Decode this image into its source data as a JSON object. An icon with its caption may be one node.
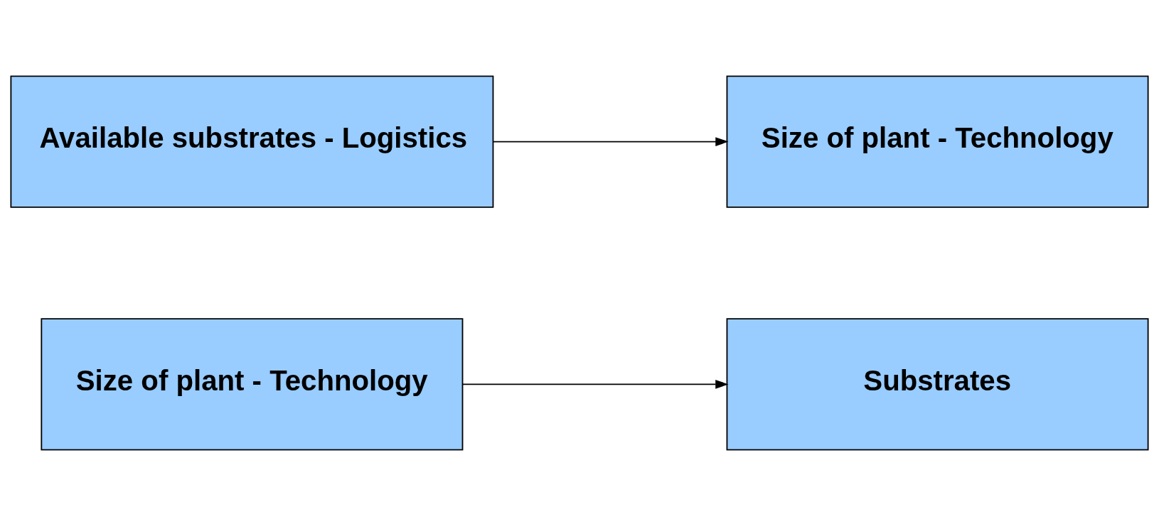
{
  "diagram": {
    "nodes": [
      {
        "text": [
          "Size of plant - Technology"
        ]
      },
      {
        "text": [
          "Substrates"
        ]
      },
      {
        "text": [
          "Available substrates - Logistics"
        ]
      },
      {
        "text": [
          "Size of plant - Technology"
        ]
      }
    ],
    "edges": [
      {
        "from": 0,
        "to": 1,
        "arrow": "to"
      },
      {
        "from": 2,
        "to": 3,
        "arrow": "to"
      }
    ]
  }
}
